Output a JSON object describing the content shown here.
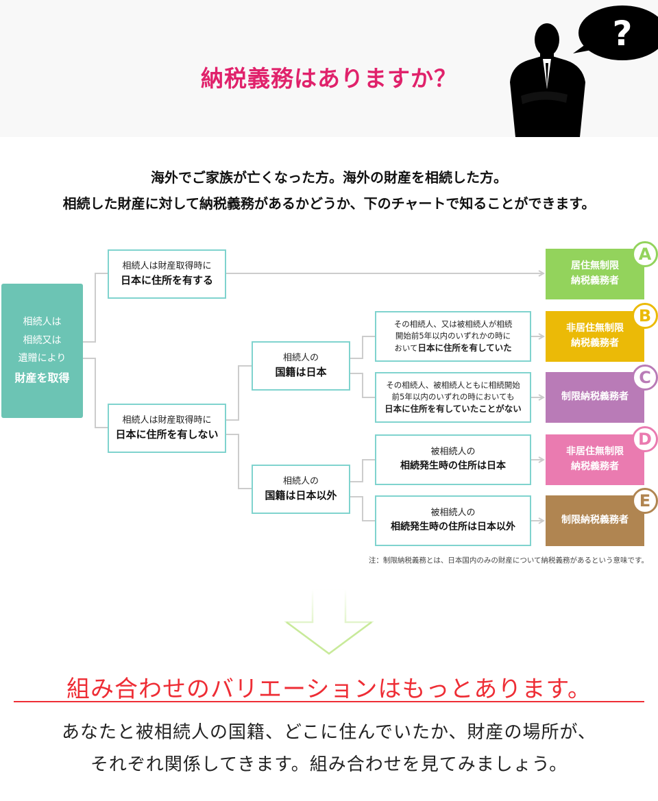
{
  "header": {
    "title": "納税義務はありますか？",
    "speech_mark": "?"
  },
  "intro": {
    "line1": "海外でご家族が亡くなった方。海外の財産を相続した方。",
    "line2": "相続した財産に対して納税義務があるかどうか、下のチャートで知ることができます。"
  },
  "flow": {
    "start": {
      "line1": "相続人は",
      "line2": "相続又は",
      "line3": "遺贈により",
      "line4": "財産を取得"
    },
    "q_resident": {
      "line1": "相続人は財産取得時に",
      "line2": "日本に住所を有する"
    },
    "q_nonresident": {
      "line1": "相続人は財産取得時に",
      "line2": "日本に住所を有しない"
    },
    "q_nat_japan": {
      "line1": "相続人の",
      "line2": "国籍は日本"
    },
    "q_nat_foreign": {
      "line1": "相続人の",
      "line2": "国籍は日本以外"
    },
    "c1": {
      "line1": "その相続人、又は被相続人が相続",
      "line2": "開始前5年以内のいずれかの時に",
      "line3a": "おいて",
      "line3b": "日本に住所を有していた"
    },
    "c2": {
      "line1": "その相続人、被相続人ともに相続開始",
      "line2": "前5年以内のいずれの時においても",
      "line3": "日本に住所を有していたことがない"
    },
    "c3": {
      "line1": "被相続人の",
      "line2": "相続発生時の住所は日本"
    },
    "c4": {
      "line1": "被相続人の",
      "line2": "相続発生時の住所は日本以外"
    }
  },
  "results": [
    {
      "letter": "A",
      "line1": "居住無制限",
      "line2": "納税義務者",
      "color": "#93d35c"
    },
    {
      "letter": "B",
      "line1": "非居住無制限",
      "line2": "納税義務者",
      "color": "#ebba07"
    },
    {
      "letter": "C",
      "line1": "制限納税義務者",
      "line2": "",
      "color": "#b97bb7"
    },
    {
      "letter": "D",
      "line1": "非居住無制限",
      "line2": "納税義務者",
      "color": "#ea7bb0"
    },
    {
      "letter": "E",
      "line1": "制限納税義務者",
      "line2": "",
      "color": "#b08551"
    }
  ],
  "colors": {
    "accent_pink": "#e0226b",
    "box_border": "#7fd3ce",
    "start_fill": "#6cc4b4",
    "connector": "#cccccc",
    "bottom_red": "#ee2d35"
  },
  "note": "注：制限納税義務とは、日本国内のみの財産について納税義務があるという意味です。",
  "bottom": {
    "title": "組み合わせのバリエーションはもっとあります。",
    "line1": "あなたと被相続人の国籍、どこに住んでいたか、財産の場所が、",
    "line2": "それぞれ関係してきます。組み合わせを見てみましょう。"
  }
}
